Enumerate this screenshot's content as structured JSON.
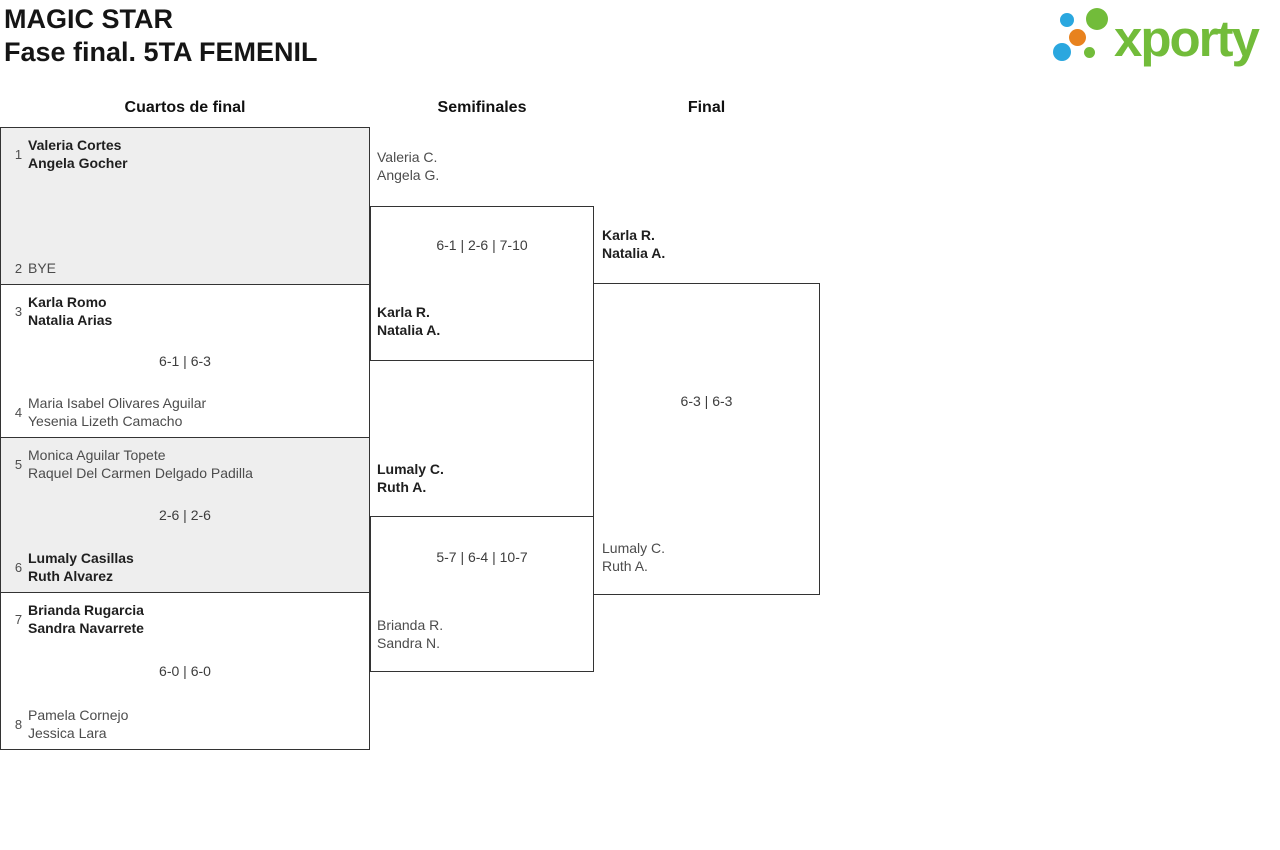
{
  "header": {
    "title": "MAGIC STAR",
    "subtitle": "Fase final. 5TA FEMENIL"
  },
  "brand": {
    "name": "xporty",
    "green": "#72bc3a",
    "blue": "#2aa7df",
    "orange": "#e8821e"
  },
  "columns": {
    "quarterfinals": "Cuartos de final",
    "semifinals": "Semifinales",
    "final": "Final"
  },
  "quarterfinals": [
    {
      "seed1": "1",
      "team1": [
        "Valeria Cortes",
        "Angela Gocher"
      ],
      "team1_winner": true,
      "seed2": "2",
      "team2": [
        "BYE"
      ],
      "team2_winner": false,
      "score": ""
    },
    {
      "seed1": "3",
      "team1": [
        "Karla Romo",
        "Natalia Arias"
      ],
      "team1_winner": true,
      "seed2": "4",
      "team2": [
        "Maria Isabel Olivares Aguilar",
        "Yesenia Lizeth Camacho"
      ],
      "team2_winner": false,
      "score": "6-1 | 6-3"
    },
    {
      "seed1": "5",
      "team1": [
        "Monica Aguilar Topete",
        "Raquel Del Carmen Delgado Padilla"
      ],
      "team1_winner": false,
      "seed2": "6",
      "team2": [
        "Lumaly Casillas",
        "Ruth Alvarez"
      ],
      "team2_winner": true,
      "score": "2-6 | 2-6"
    },
    {
      "seed1": "7",
      "team1": [
        "Brianda Rugarcia",
        "Sandra Navarrete"
      ],
      "team1_winner": true,
      "seed2": "8",
      "team2": [
        "Pamela Cornejo",
        "Jessica Lara"
      ],
      "team2_winner": false,
      "score": "6-0 | 6-0"
    }
  ],
  "semifinals": [
    {
      "team1": [
        "Valeria C.",
        "Angela G."
      ],
      "team1_winner": false,
      "team2": [
        "Karla R.",
        "Natalia A."
      ],
      "team2_winner": true,
      "score": "6-1 | 2-6 | 7-10"
    },
    {
      "team1": [
        "Lumaly C.",
        "Ruth A."
      ],
      "team1_winner": true,
      "team2": [
        "Brianda R.",
        "Sandra N."
      ],
      "team2_winner": false,
      "score": "5-7 | 6-4 | 10-7"
    }
  ],
  "final": {
    "team1": [
      "Karla R.",
      "Natalia A."
    ],
    "team1_winner": true,
    "team2": [
      "Lumaly C.",
      "Ruth A."
    ],
    "team2_winner": false,
    "score": "6-3 | 6-3"
  }
}
